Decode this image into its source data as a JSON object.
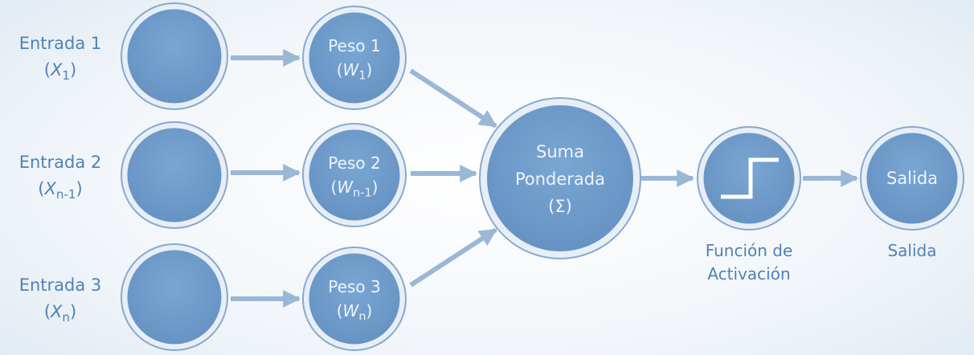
{
  "inputs": [
    {
      "label": "Entrada 1",
      "symbol": "X",
      "sub": "1"
    },
    {
      "label": "Entrada 2",
      "symbol": "X",
      "sub": "n-1"
    },
    {
      "label": "Entrada 3",
      "symbol": "X",
      "sub": "n"
    }
  ],
  "weights": [
    {
      "label": "Peso 1",
      "symbol": "W",
      "sub": "1"
    },
    {
      "label": "Peso 2",
      "symbol": "W",
      "sub": "n-1"
    },
    {
      "label": "Peso 3",
      "symbol": "W",
      "sub": "n"
    }
  ],
  "sum": {
    "line1": "Suma",
    "line2": "Ponderada",
    "line3": "(Σ)"
  },
  "activation": {
    "line1": "Función de",
    "line2": "Activación"
  },
  "output": {
    "node_label": "Salida",
    "caption": "Salida"
  },
  "colors": {
    "node_fill": "#6f9ccb",
    "node_ring": "#e7eef6",
    "node_stroke": "#87a9cd",
    "arrow": "#9bb7d6",
    "text": "#4f82b5",
    "node_text": "#eef4fb"
  },
  "icons": {
    "activation_icon": "step-function-icon"
  }
}
